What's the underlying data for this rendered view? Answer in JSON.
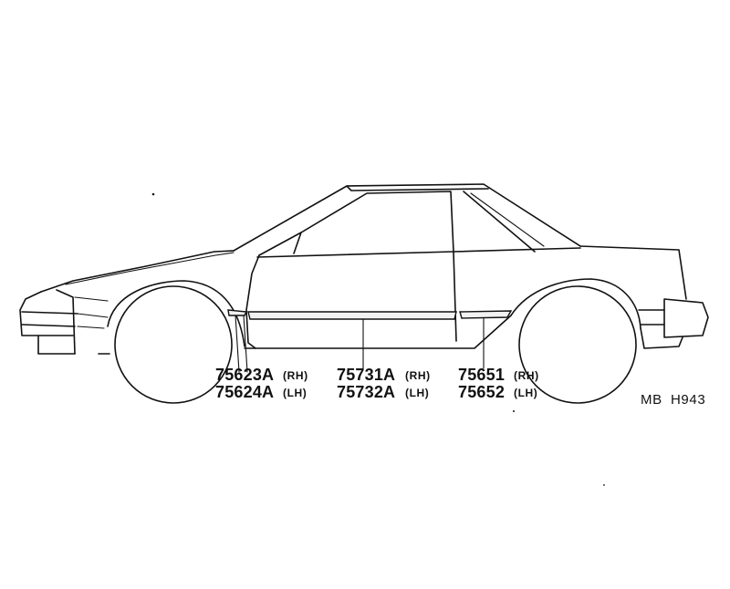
{
  "callouts": [
    {
      "rh": {
        "code": "75623A",
        "side": "(RH)"
      },
      "lh": {
        "code": "75624A",
        "side": "(LH)"
      }
    },
    {
      "rh": {
        "code": "75731A",
        "side": "(RH)"
      },
      "lh": {
        "code": "75732A",
        "side": "(LH)"
      }
    },
    {
      "rh": {
        "code": "75651",
        "side": "(RH)"
      },
      "lh": {
        "code": "75652",
        "side": "(LH)"
      }
    }
  ],
  "reference": {
    "prefix": "MB",
    "code": "H943"
  }
}
